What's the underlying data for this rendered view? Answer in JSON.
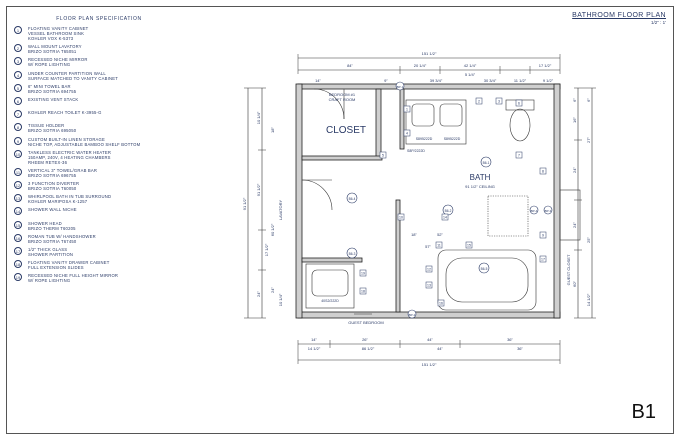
{
  "spec": {
    "title": "FLOOR PLAN SPECIFICATION",
    "items": [
      {
        "num": "1",
        "lines": [
          "FLOATING VANITY CABINET",
          "VESSEL BATHROOM SINK",
          "KOHLER VOX K-5373"
        ]
      },
      {
        "num": "2",
        "lines": [
          "WALL MOUNT LAVATORY",
          "BRIZO SOTRIA T65051"
        ]
      },
      {
        "num": "3",
        "lines": [
          "RECESSED NICHE MIRROR",
          "W/ ROPE LIGHTING"
        ]
      },
      {
        "num": "4",
        "lines": [
          "UNDER COUNTER PARTITION WALL",
          "SURFACE MATCHED TO VANITY CABINET"
        ]
      },
      {
        "num": "5",
        "lines": [
          "6\" MINI TOWEL BAR",
          "BRIZO SOTRIA 694755"
        ]
      },
      {
        "num": "6",
        "lines": [
          "EXISTING VENT STACK"
        ]
      },
      {
        "num": "7",
        "lines": [
          "KOHLER REACH TOILET K-3955-G"
        ]
      },
      {
        "num": "8",
        "lines": [
          "TISSUE HOLDER",
          "BRIZO SOTRIA 695050"
        ]
      },
      {
        "num": "9",
        "lines": [
          "CUSTOM BUILT-IN LINEN STORAGE",
          "NICHE TOP, ADJUSTABLE BAMBOO SHELF BOTTOM"
        ]
      },
      {
        "num": "10",
        "lines": [
          "TANKLESS ELECTRIC WATER HEATER",
          "150AMP, 240V, 4 HEATING CHAMBERS",
          "RHEEM RETEX-36"
        ]
      },
      {
        "num": "11",
        "lines": [
          "VERTICAL 3\" TOWEL/GRAB BAR",
          "BRIZO SOTRIA 696755"
        ]
      },
      {
        "num": "12",
        "lines": [
          "3 FUNCTION DIVERTER",
          "BRIZO SOTRIA T60050"
        ]
      },
      {
        "num": "13",
        "lines": [
          "WHIRLPOOL BATH IN TUB SURROUND",
          "KOHLER MARIPOSA K-1257"
        ]
      },
      {
        "num": "14",
        "lines": [
          "SHOWER WALL NICHE"
        ]
      },
      {
        "num": "15",
        "lines": [
          "SHOWER HEAD",
          "BRIZO THERM T60205"
        ]
      },
      {
        "num": "16",
        "lines": [
          "ROMAN TUB W/ HANDSHOWER",
          "BRIZO SOTRIA T67450"
        ]
      },
      {
        "num": "17",
        "lines": [
          "1/2\" THICK GLASS",
          "SHOWER PARTITION"
        ]
      },
      {
        "num": "18",
        "lines": [
          "FLOATING VANITY DRAWER CABINET",
          "FULL EXTENSION SLIDES"
        ]
      },
      {
        "num": "19",
        "lines": [
          "RECESSED NICHE FULL HEIGHT MIRROR",
          "W/ ROPE LIGHTING"
        ]
      }
    ]
  },
  "title_block": {
    "title": "BATHROOM FLOOR PLAN",
    "scale": "1/2\" : 1'",
    "sheet": "B1"
  },
  "plan": {
    "closet_label": "CLOSET",
    "bath_label": "BATH",
    "bath_ceiling": "91 1/2\" CEILING",
    "bedroom_label": "BEDROOM #1",
    "bedroom_label_2": "CRAFT ROOM",
    "guest_bedroom": "GUEST BEDROOM",
    "guest_closet": "GUEST CLOSET",
    "lavatory_label": "LAVATORY",
    "dim_top_overall": "151 1/2\"",
    "dim_top_left": "84\"",
    "dim_top_a": "20 1/4\"",
    "dim_top_b": "42 1/4\"",
    "dim_top_c": "17 1/2\"",
    "dim_top_d": "5 1/4\"",
    "dim_top_e": "39 3/4\"",
    "dim_top_f": "30 3/4\"",
    "dim_top_g": "11 1/2\"",
    "dim_top_h": "14\"",
    "dim_top_i": "9\"",
    "dim_top_j": "9 1/2\"",
    "dim_mid_a": "57\"",
    "dim_mid_b": "52\"",
    "dim_mid_c": "18\"",
    "dim_bot_a": "14\"",
    "dim_bot_b": "26\"",
    "dim_bot_c": "44\"",
    "dim_bot_d": "36\"",
    "dim_bot_e": "14 1/2\"",
    "dim_bot_f": "86 1/2\"",
    "dim_bot_g": "44\"",
    "dim_bot_h": "36\"",
    "dim_bot_overall": "151 1/2\"",
    "dim_left_overall": "91 1/2\"",
    "dim_left_a": "10 1/4\"",
    "dim_left_b": "91 1/2\"",
    "dim_left_c": "17 1/2\"",
    "dim_left_d": "24\"",
    "dim_left_e": "18\"",
    "dim_left_f": "60 1/2\"",
    "dim_left_g": "24\"",
    "dim_left_h": "10 1/4\"",
    "dim_right_a": "6\"",
    "dim_right_b": "16\"",
    "dim_right_c": "24\"",
    "dim_right_d": "24\"",
    "dim_right_e": "60\"",
    "dim_right_f": "27\"",
    "dim_right_g": "25\"",
    "dim_right_h": "14 1/2\"",
    "dim_right_i": "6\"",
    "code_1": "BP-3",
    "code_2": "B6-1",
    "code_3": "B6-2",
    "code_4": "B6-3",
    "code_5": "BP-2",
    "code_6": "BP-4",
    "code_7": "B6-4",
    "code_8": "BP-1",
    "code_9": "B6-5",
    "callout_sink_1": "S895222D",
    "callout_sink_2": "S895222D",
    "callout_vanity": "S8P/2222D",
    "callout_lower": "40S2/222D",
    "callout_5": "5",
    "callout_6": "6",
    "callout_7": "7",
    "callout_8": "8",
    "callout_9": "9",
    "callout_10": "10",
    "callout_11": "11",
    "callout_12": "12",
    "callout_13": "13",
    "callout_14": "14",
    "callout_15": "15",
    "callout_16": "16",
    "callout_17": "17",
    "callout_18": "18",
    "callout_19": "19",
    "callout_2": "2",
    "callout_3": "3",
    "callout_4": "4",
    "callout_1": "1"
  }
}
